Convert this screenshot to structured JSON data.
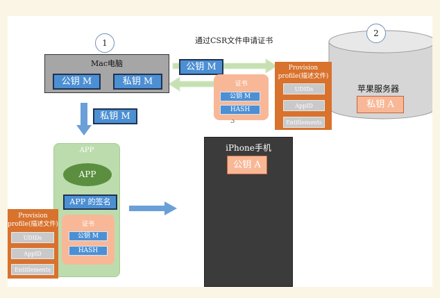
{
  "title": "通过CSR文件申请证书",
  "steps": {
    "one": "1",
    "two": "2",
    "three": "3"
  },
  "mac": {
    "label": "Mac电脑",
    "public_key": "公钥 M",
    "private_key": "私钥 M"
  },
  "flow": {
    "public_key_to_server": "公钥 M",
    "private_key_to_app": "私钥 M"
  },
  "server": {
    "label": "苹果服务器",
    "private_key": "私钥 A"
  },
  "certificate": {
    "label": "证书",
    "public_key": "公钥 M",
    "hash": "HASH"
  },
  "provision_server": {
    "title": "Provision profile(描述文件)",
    "items": [
      "UDIDs",
      "AppID",
      "Entitlements"
    ]
  },
  "app": {
    "label": "APP",
    "app_badge": "APP",
    "signature": "APP 的签名",
    "certificate": {
      "label": "证书",
      "public_key": "公钥 M",
      "hash": "HASH"
    }
  },
  "provision_app": {
    "title": "Provision profile(描述文件)",
    "items": [
      "UDIDs",
      "AppID",
      "Entitlements"
    ]
  },
  "iphone": {
    "label": "iPhone手机",
    "public_key": "公钥 A"
  },
  "colors": {
    "blue": "#4d8fd3",
    "orange": "#d8722d",
    "peach": "#f8b897",
    "green_panel": "#bcdcae",
    "dark_green": "#5b8f3f",
    "gray": "#d9d9d9",
    "iphone": "#3b3b3b"
  }
}
